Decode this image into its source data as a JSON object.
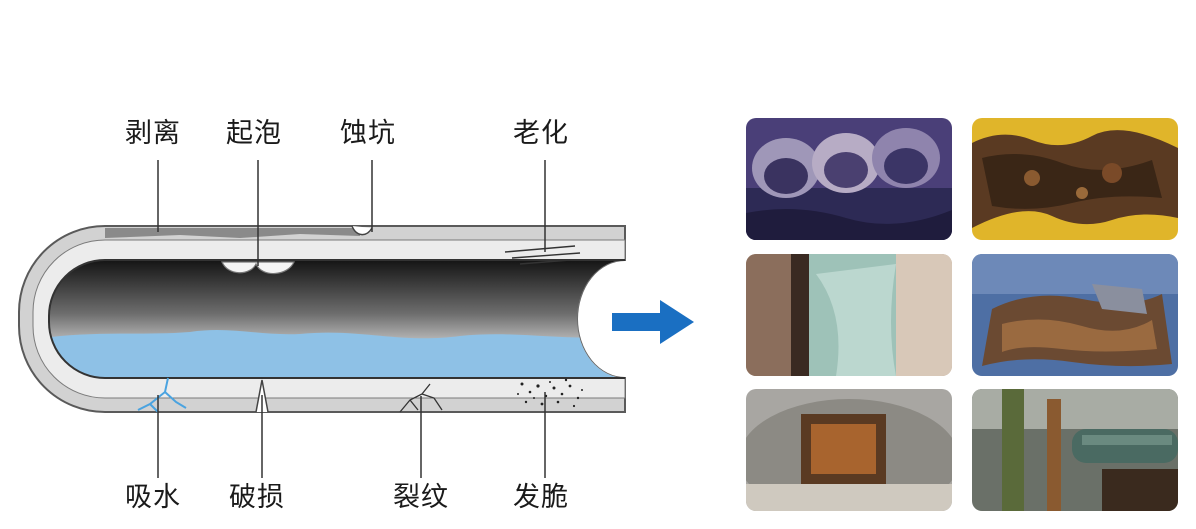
{
  "defect_labels": {
    "peeling": "剥离",
    "blistering": "起泡",
    "pitting": "蚀坑",
    "aging": "老化",
    "water_absorption": "吸水",
    "damage": "破损",
    "cracking": "裂纹",
    "embrittlement": "发脆"
  },
  "colors": {
    "pipe_coating": "#e8e8e8",
    "pipe_outline": "#555555",
    "water": "#8ec1e6",
    "arrow": "#1a6fc2"
  },
  "photos": [
    {
      "subject": "corroded-pipes-purple"
    },
    {
      "subject": "rust-scale-yellow"
    },
    {
      "subject": "weathered-pipe-wall"
    },
    {
      "subject": "rusted-plate-blue"
    },
    {
      "subject": "damaged-pipe-rust-patch"
    },
    {
      "subject": "corroded-pipework-site"
    }
  ]
}
